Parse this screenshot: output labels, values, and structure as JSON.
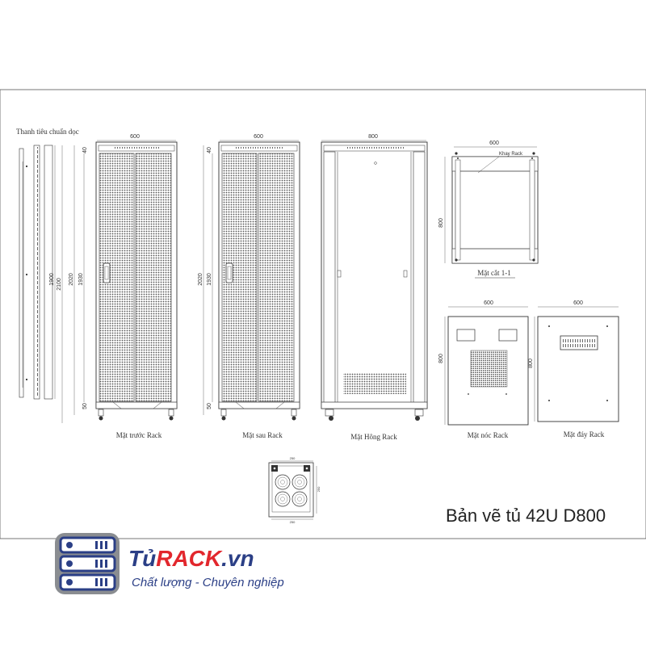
{
  "drawing": {
    "title": "Bản vẽ tủ 42U D800",
    "rail_label": "Thanh tiêu chuẩn dọc",
    "section_tray_label": "Khay Rack",
    "views": {
      "front": "Mặt trước Rack",
      "rear": "Mặt sau Rack",
      "side": "Mặt Hông Rack",
      "section": "Mặt cắt 1-1",
      "top": "Mặt nóc Rack",
      "bottom": "Mặt đáy Rack"
    },
    "dims": {
      "width_600": "600",
      "depth_800": "800",
      "h_2100": "2100",
      "h_2020": "2020",
      "h_1930": "1930",
      "h_1900": "1900",
      "top_gap": "40",
      "base": "50",
      "fan_w": "250",
      "fan_h": "250"
    }
  },
  "brand": {
    "name_prefix": "Tủ",
    "name_main": "RACK",
    "name_suffix": ".vn",
    "slogan": "Chất lượng - Chuyên nghiệp",
    "colors": {
      "blue": "#2b3f86",
      "red": "#e2272d",
      "gray": "#8a8d91"
    }
  }
}
